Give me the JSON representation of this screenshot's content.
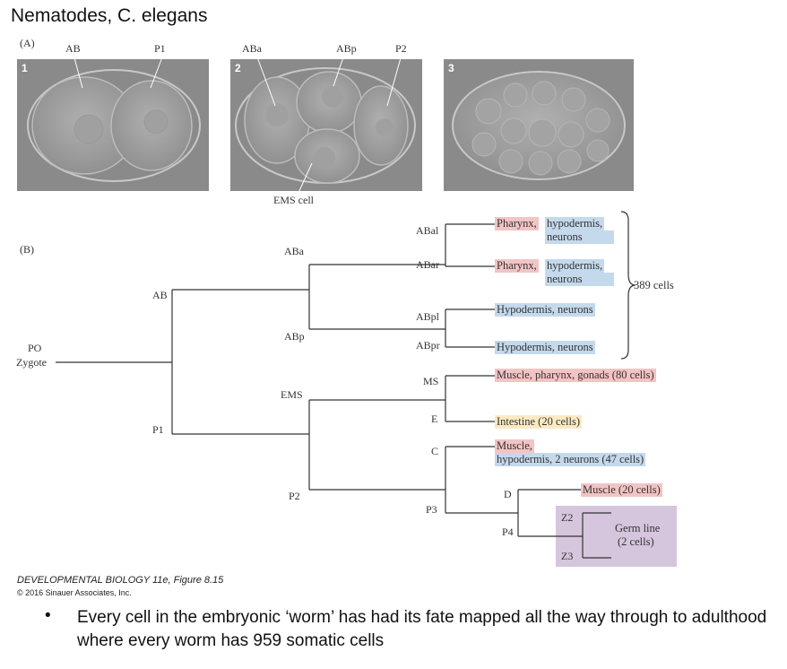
{
  "title": "Nematodes, C. elegans",
  "panel_a": {
    "label": "(A)",
    "panels": [
      {
        "number": "1",
        "labels": [
          "AB",
          "P1"
        ]
      },
      {
        "number": "2",
        "labels": [
          "ABa",
          "ABp",
          "P2",
          "EMS cell"
        ]
      },
      {
        "number": "3",
        "labels": []
      }
    ]
  },
  "panel_b": {
    "label": "(B)",
    "nodes": {
      "root_line1": "PO",
      "root_line2": "Zygote",
      "AB": "AB",
      "P1": "P1",
      "ABa": "ABa",
      "ABp": "ABp",
      "EMS": "EMS",
      "P2": "P2",
      "ABal": "ABal",
      "ABar": "ABar",
      "ABpl": "ABpl",
      "ABpr": "ABpr",
      "MS": "MS",
      "E": "E",
      "C": "C",
      "P3": "P3",
      "D": "D",
      "P4": "P4",
      "Z2": "Z2",
      "Z3": "Z3"
    },
    "fates": {
      "abal_a": "Pharynx,",
      "abal_b": "hypodermis,",
      "abal_c": "neurons",
      "abar_a": "Pharynx,",
      "abar_b": "hypodermis,",
      "abar_c": "neurons",
      "abpl": "Hypodermis, neurons",
      "abpr": "Hypodermis, neurons",
      "ms": "Muscle, pharynx, gonads (80 cells)",
      "e": "Intestine (20 cells)",
      "c_a": "Muscle,",
      "c_b": "hypodermis, 2 neurons (47 cells)",
      "d": "Muscle (20 cells)",
      "germ_a": "Germ line",
      "germ_b": "(2 cells)"
    },
    "brace_label": "389 cells",
    "colors": {
      "pink": "#f2c4c4",
      "blue": "#c4d9ec",
      "yellow": "#faeac2",
      "purple": "#d5c5dd"
    }
  },
  "credit": {
    "line1": "DEVELOPMENTAL BIOLOGY 11e, Figure 8.15",
    "line2": "© 2016 Sinauer Associates, Inc."
  },
  "bullet": {
    "symbol": "•",
    "text": "Every cell in the embryonic ‘worm’ has had its fate mapped all the way through to adulthood where every worm has 959 somatic cells"
  }
}
